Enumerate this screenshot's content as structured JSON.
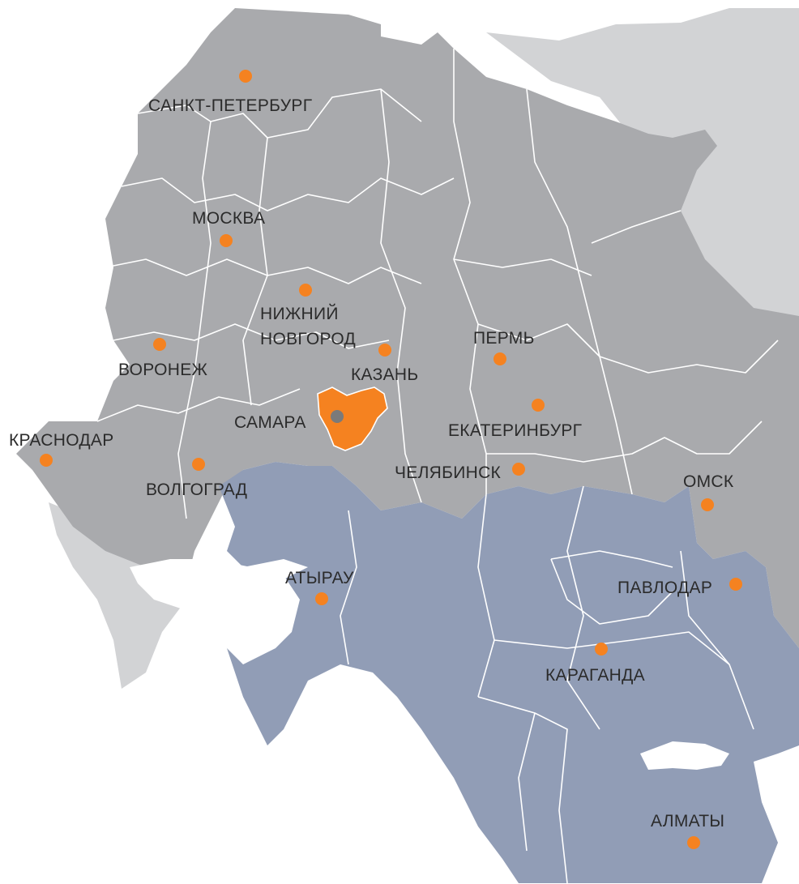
{
  "colors": {
    "russia": "#a9aaad",
    "kazakhstan": "#919db6",
    "neighbors": "#d2d3d5",
    "water": "#ffffff",
    "highlight_region": "#f58220",
    "city_dot": "#f58220",
    "center_dot": "#7a7a7a",
    "borders": "#ffffff",
    "label_text": "#2b2b2b"
  },
  "highlighted_region": {
    "label": "САМАРА"
  },
  "cities": [
    {
      "id": "spb",
      "label": "САНКТ-ПЕТЕРБУРГ"
    },
    {
      "id": "moscow",
      "label": "МОСКВА"
    },
    {
      "id": "nn",
      "label_line1": "НИЖНИЙ",
      "label_line2": "НОВГОРОД"
    },
    {
      "id": "voronezh",
      "label": "ВОРОНЕЖ"
    },
    {
      "id": "kazan",
      "label": "КАЗАНЬ"
    },
    {
      "id": "perm",
      "label": "ПЕРМЬ"
    },
    {
      "id": "ekb",
      "label": "ЕКАТЕРИНБУРГ"
    },
    {
      "id": "samara",
      "label": "САМАРА"
    },
    {
      "id": "krasnodar",
      "label": "КРАСНОДАР"
    },
    {
      "id": "volgograd",
      "label": "ВОЛГОГРАД"
    },
    {
      "id": "chelyabinsk",
      "label": "ЧЕЛЯБИНСК"
    },
    {
      "id": "omsk",
      "label": "ОМСК"
    },
    {
      "id": "atyrau",
      "label": "АТЫРАУ"
    },
    {
      "id": "pavlodar",
      "label": "ПАВЛОДАР"
    },
    {
      "id": "karaganda",
      "label": "КАРАГАНДА"
    },
    {
      "id": "almaty",
      "label": "АЛМАТЫ"
    }
  ]
}
